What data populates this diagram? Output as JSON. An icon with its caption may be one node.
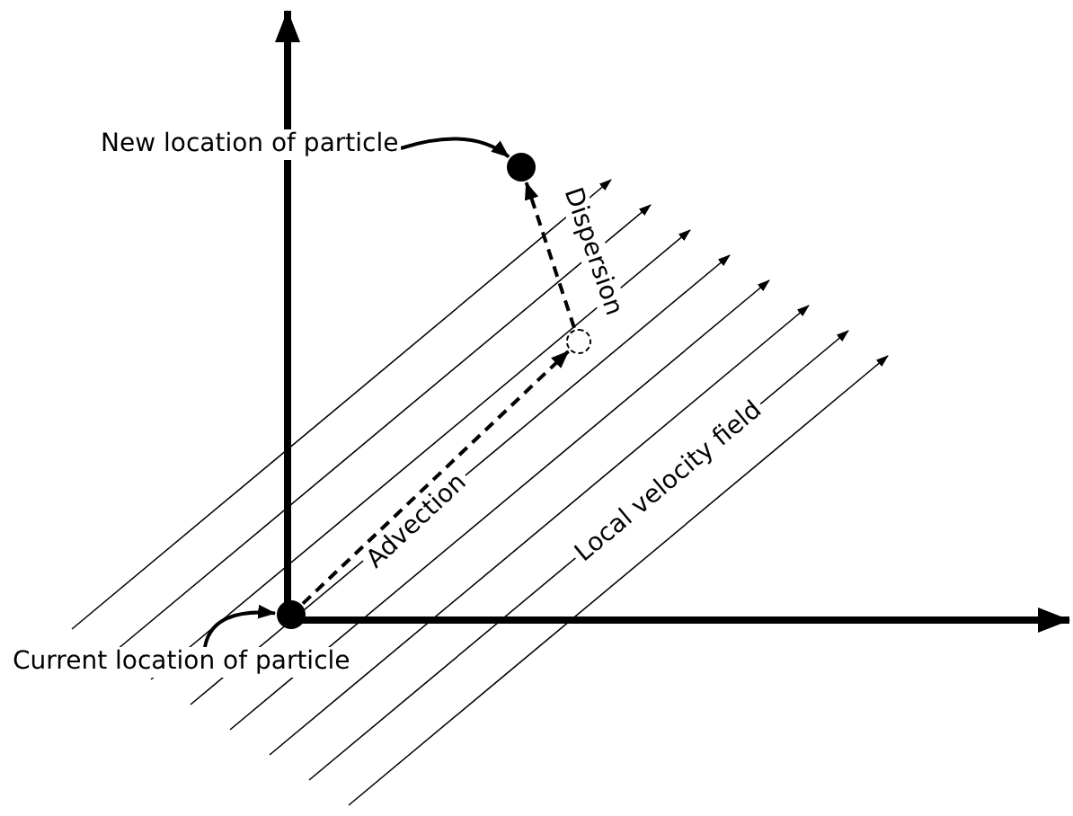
{
  "diagram": {
    "nodes": [
      {
        "text": [
          "New location of particle"
        ]
      },
      {
        "text": [],
        "shape": "circle"
      },
      {
        "text": [],
        "shape": "circle"
      },
      {
        "text": [],
        "shape": "circle"
      },
      {
        "text": [
          "Current location of particle"
        ]
      }
    ],
    "edges": [
      {
        "from": 3,
        "to": 2,
        "arrow": "to",
        "style": "dashed",
        "label": "Advection"
      },
      {
        "from": 2,
        "to": 1,
        "arrow": "to",
        "style": "dashed",
        "label": "Dispersion"
      },
      {
        "from": 0,
        "to": 1,
        "arrow": "to"
      },
      {
        "from": 4,
        "to": 3,
        "arrow": "to"
      }
    ],
    "labels": [
      "Local velocity field"
    ]
  }
}
